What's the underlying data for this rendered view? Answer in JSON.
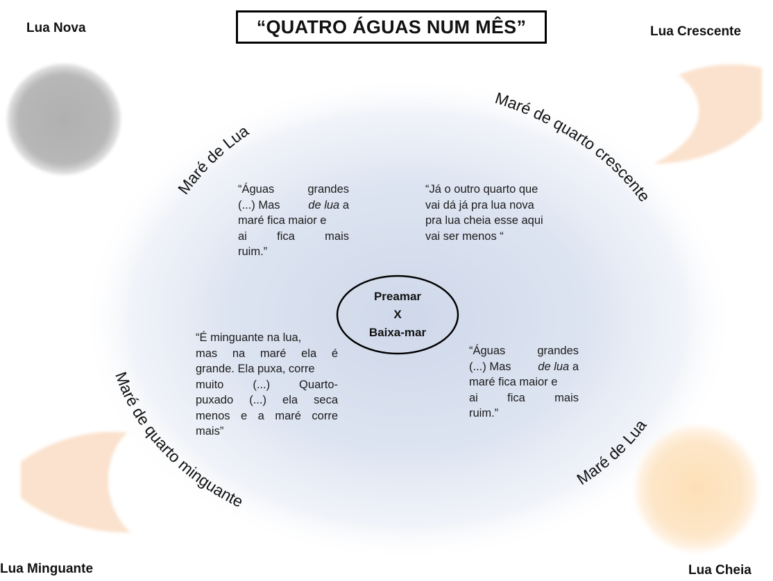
{
  "title": "“QUATRO ÁGUAS NUM MÊS”",
  "moon_phases": {
    "new": "Lua Nova",
    "waxing": "Lua Crescente",
    "waning": "Lua Minguante",
    "full": "Lua Cheia"
  },
  "arc_labels": {
    "top_left": "Maré de Lua",
    "top_right": "Maré de quarto crescente",
    "bottom_left": "Maré de quarto minguante",
    "bottom_right": "Maré de Lua"
  },
  "center": {
    "line1": "Preamar",
    "line2": "X",
    "line3": "Baixa-mar"
  },
  "quotes": {
    "top_left": {
      "l1": "“Águas grandes",
      "l2a": "(...) Mas ",
      "l2b": "de lua",
      "l2c": " a",
      "l3": "maré fica maior e",
      "l4": "ai fica mais",
      "l5": "ruim.”"
    },
    "top_right": {
      "l1": "“Já o outro quarto que",
      "l2": "vai dá já pra lua nova",
      "l3": "pra lua cheia esse aqui",
      "l4": "vai ser menos “"
    },
    "bottom_left": {
      "l1": "“É minguante na lua,",
      "l2": "mas na maré ela é",
      "l3": "grande. Ela puxa, corre",
      "l4": "muito (...) Quarto-",
      "l5": "puxado (...) ela seca",
      "l6": "menos e a maré corre",
      "l7": "mais”"
    },
    "bottom_right": {
      "l1": "“Águas grandes",
      "l2a": "(...) Mas ",
      "l2b": "de lua",
      "l2c": " a",
      "l3": "maré fica maior e",
      "l4": "ai fica mais",
      "l5": "ruim.”"
    }
  },
  "colors": {
    "new_moon": "#b3b3b3",
    "crescent_moon": "#fbe3cf",
    "full_moon": "#fde3c0",
    "center_glow": "#d7dfee",
    "text": "#1a1a1a"
  }
}
